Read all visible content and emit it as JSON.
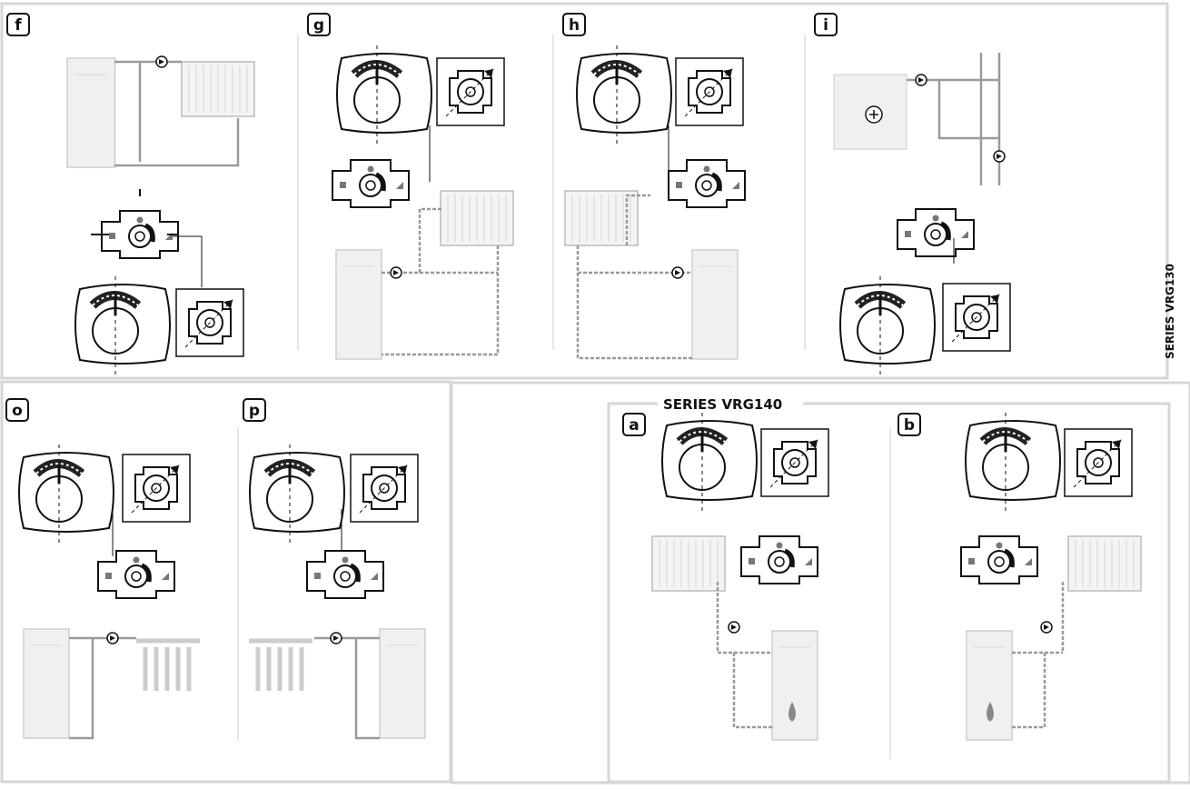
{
  "series_vrg130": "SERIES VRG130",
  "series_vrg140": "SERIES VRG140",
  "panels": [
    {
      "label": "f"
    },
    {
      "label": "g"
    },
    {
      "label": "h"
    },
    {
      "label": "i"
    },
    {
      "label": "o"
    },
    {
      "label": "p"
    },
    {
      "label": "a"
    },
    {
      "label": "b"
    }
  ],
  "colors": {
    "frame": "#d6d6d6",
    "line": "#111111",
    "pipe": "#9a9a9a",
    "boiler": "#f0f0f0"
  },
  "icons": [
    "actuator-icon",
    "valve-dial-icon",
    "mixing-valve-icon",
    "radiator-icon",
    "boiler-icon",
    "pump-icon",
    "flame-icon",
    "underfloor-heating-icon"
  ]
}
